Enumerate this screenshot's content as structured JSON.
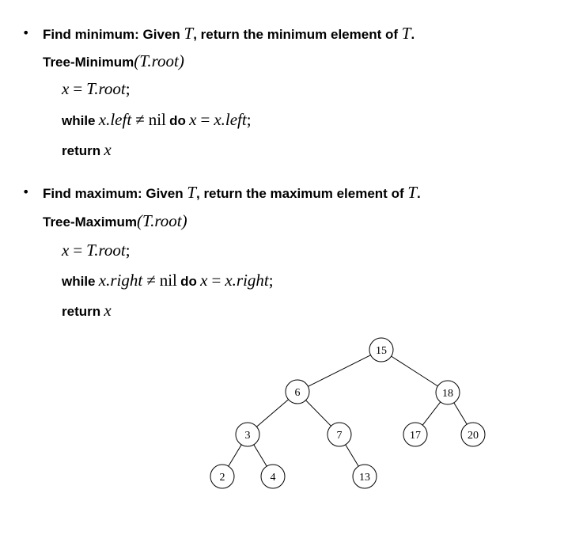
{
  "minimum": {
    "bullet": "•",
    "heading_prefix": "Find minimum: Given ",
    "heading_var": "T",
    "heading_mid": ", return the minimum element of ",
    "heading_var2": "T",
    "heading_end": ".",
    "proc_name": "Tree-Minimum",
    "proc_args": "(T.root)",
    "line1_lhs": "x",
    "line1_eq": "=",
    "line1_rhs": "T.root",
    "line1_semi": ";",
    "while_kw": "while",
    "cond_lhs": "x.left",
    "cond_op": "≠",
    "cond_rhs": "nil",
    "do_kw": "do",
    "body_lhs": "x",
    "body_eq": "=",
    "body_rhs": "x.left",
    "body_semi": ";",
    "return_kw": "return",
    "return_val": "x"
  },
  "maximum": {
    "bullet": "•",
    "heading_prefix": "Find maximum: Given ",
    "heading_var": "T",
    "heading_mid": ", return the maximum element of ",
    "heading_var2": "T",
    "heading_end": ".",
    "proc_name": "Tree-Maximum",
    "proc_args": "(T.root)",
    "line1_lhs": "x",
    "line1_eq": "=",
    "line1_rhs": "T.root",
    "line1_semi": ";",
    "while_kw": "while",
    "cond_lhs": "x.right",
    "cond_op": "≠",
    "cond_rhs": "nil",
    "do_kw": "do",
    "body_lhs": "x",
    "body_eq": "=",
    "body_rhs": "x.right",
    "body_semi": ";",
    "return_kw": "return",
    "return_val": "x"
  },
  "tree": {
    "nodes": [
      {
        "id": "n15",
        "key": "15",
        "parent": null
      },
      {
        "id": "n6",
        "key": "6",
        "parent": "n15"
      },
      {
        "id": "n18",
        "key": "18",
        "parent": "n15"
      },
      {
        "id": "n3",
        "key": "3",
        "parent": "n6"
      },
      {
        "id": "n7",
        "key": "7",
        "parent": "n6"
      },
      {
        "id": "n17",
        "key": "17",
        "parent": "n18"
      },
      {
        "id": "n20",
        "key": "20",
        "parent": "n18"
      },
      {
        "id": "n2",
        "key": "2",
        "parent": "n3"
      },
      {
        "id": "n4",
        "key": "4",
        "parent": "n3"
      },
      {
        "id": "n13",
        "key": "13",
        "parent": "n7"
      }
    ]
  }
}
